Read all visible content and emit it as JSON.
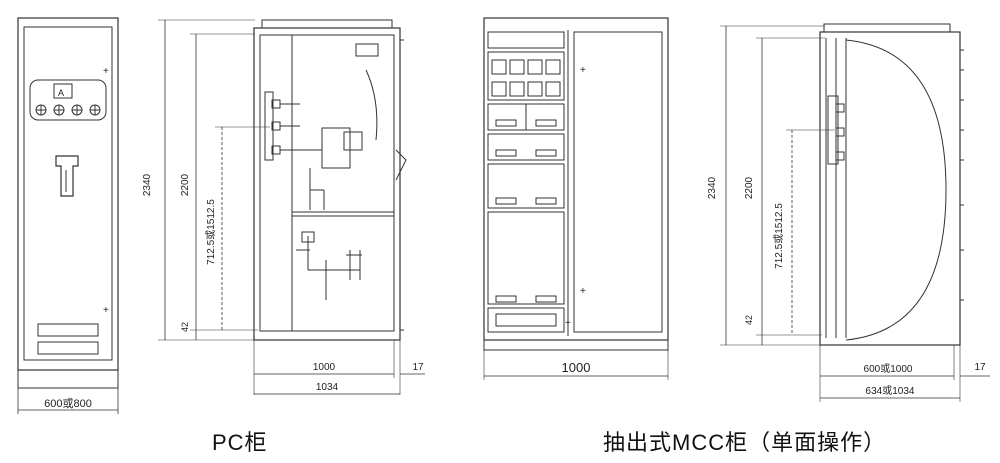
{
  "pc_cabinet": {
    "caption": "PC柜",
    "front": {
      "meter_label": "A",
      "width_label": "600或800"
    },
    "side": {
      "height_total": "2340",
      "height_inner": "2200",
      "height_mid": "712.5或1512.5",
      "height_base": "42",
      "depth_inner": "1000",
      "depth_outer": "1034",
      "offset": "17"
    }
  },
  "mcc_cabinet": {
    "caption": "抽出式MCC柜（单面操作）",
    "front": {
      "width_label": "1000"
    },
    "side": {
      "height_total": "2340",
      "height_inner": "2200",
      "height_mid": "712.5或1512.5",
      "height_base": "42",
      "depth_inner": "600或1000",
      "depth_outer": "634或1034",
      "offset": "17"
    }
  },
  "colors": {
    "line": "#333333",
    "thin": "#555555",
    "background": "#ffffff"
  }
}
